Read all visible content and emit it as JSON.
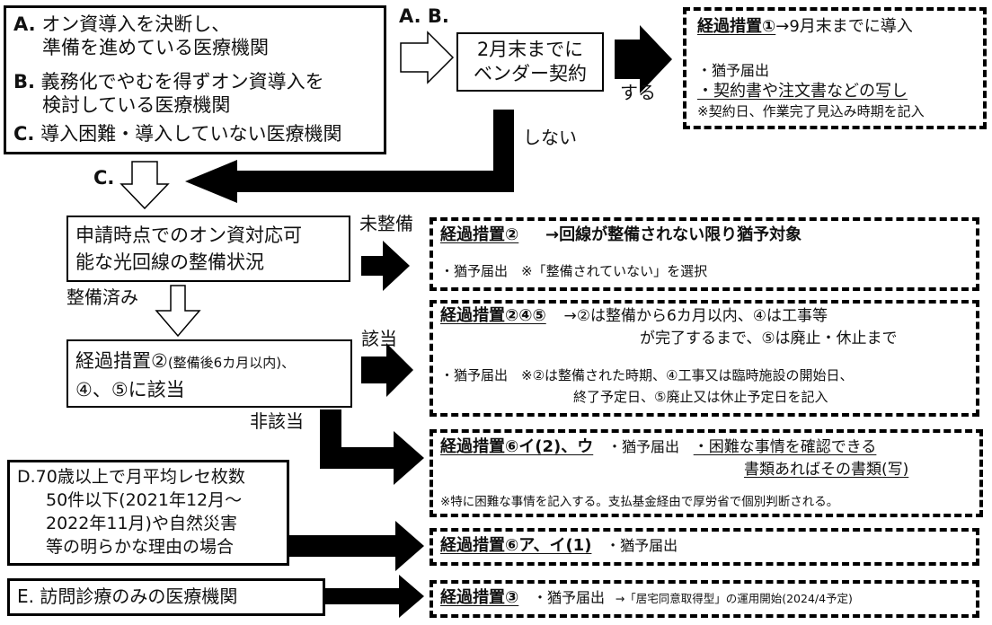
{
  "topleft": {
    "a_letter": "A.",
    "a_l1": "オン資導入を決断し、",
    "a_l2": "準備を進めている医療機関",
    "b_letter": "B.",
    "b_l1": "義務化でやむを得ずオン資導入を",
    "b_l2": "検討している医療機関",
    "c_letter": "C.",
    "c_l1": "導入困難・導入していない医療機関"
  },
  "ab_label": "A. B.",
  "vendor": {
    "l1": "2月末までに",
    "l2": "ベンダー契約"
  },
  "suru": "する",
  "shinai": "しない",
  "c_label": "C.",
  "m1": {
    "title": "経過措置①",
    "desc": "→9月末までに導入",
    "i1": "・猶予届出",
    "i2": "・契約書や注文書などの写し",
    "i3": "※契約日、作業完了見込み時期を記入"
  },
  "q1": {
    "l1": "申請時点でのオン資対応可",
    "l2": "能な光回線の整備状況"
  },
  "miseibi": "未整備",
  "seibizumi": "整備済み",
  "m2": {
    "title": "経過措置②",
    "desc": "→回線が整備されない限り猶予対象",
    "item": "・猶予届出　※「整備されていない」を選択"
  },
  "q2": {
    "l1a": "経過措置②",
    "l1b": "(整備後6カ月以内)、",
    "l2": "④、⑤に該当"
  },
  "gaito": "該当",
  "higaito": "非該当",
  "m245": {
    "title": "経過措置②④⑤",
    "d1": "→②は整備から6カ月以内、④は工事等",
    "d2": "が完了するまで、⑤は廃止・休止まで",
    "i1": "・猶予届出　※②は整備された時期、④工事又は臨時施設の開始日、",
    "i2": "終了予定日、⑤廃止又は休止予定日を記入"
  },
  "m6iu": {
    "title": "経過措置⑥イ(2)、ウ",
    "i1": "・猶予届出",
    "i2": "・困難な事情を確認できる",
    "i3": "書類あればその書類(写)",
    "note": "※特に困難な事情を記入する。支払基金経由で厚労省で個別判断される。"
  },
  "d": {
    "l1": "D.70歳以上で月平均レセ枚数",
    "l2": "50件以下(2021年12月～",
    "l3": "2022年11月)や自然災害",
    "l4": "等の明らかな理由の場合"
  },
  "m6ai": {
    "title": "経過措置⑥ア、イ(1)",
    "item": "・猶予届出"
  },
  "e": {
    "label": "E. 訪問診療のみの医療機関"
  },
  "m3": {
    "title": "経過措置③",
    "item": "・猶予届出",
    "note": "→「居宅同意取得型」の運用開始(2024/4予定)"
  }
}
